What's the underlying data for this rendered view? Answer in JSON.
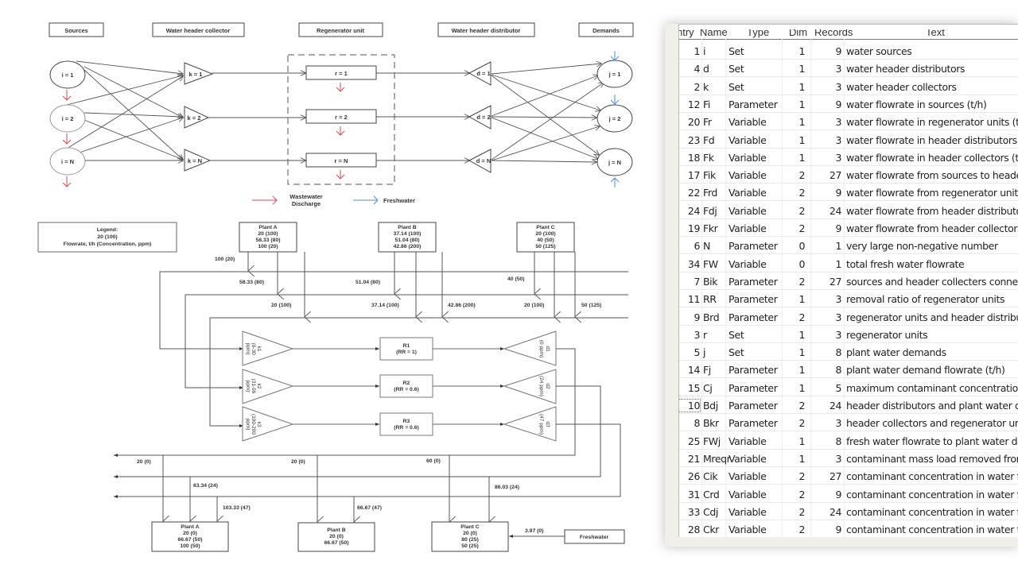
{
  "superstructure": {
    "headers": [
      "Sources",
      "Water header collector",
      "Regenerator unit",
      "Water header distributor",
      "Demands"
    ],
    "sources": [
      "i = 1",
      "i = 2",
      "i = N"
    ],
    "collectors": [
      "k = 1",
      "k = 2",
      "k = N"
    ],
    "regenerators": [
      "r = 1",
      "r = 2",
      "r = N"
    ],
    "distributors": [
      "d = 1",
      "d = 2",
      "d = N"
    ],
    "demands": [
      "j = 1",
      "j = 2",
      "j = N"
    ],
    "legend_wastewater": [
      "Wastewater",
      "Discharge"
    ],
    "legend_freshwater": "Freshwater",
    "colors": {
      "wastewater": "#e8454f",
      "freshwater": "#4f8fd0",
      "line": "#555555"
    }
  },
  "network": {
    "legend": [
      "Legend:",
      "20 (100)",
      "Flowrate, t/h (Concentration, ppm)"
    ],
    "source_plants": [
      {
        "title": "Plant A",
        "lines": [
          "20 (100)",
          "58.33 (80)",
          "100 (20)"
        ]
      },
      {
        "title": "Plant B",
        "lines": [
          "37.14 (100)",
          "51.04 (80)",
          "42.86 (200)"
        ]
      },
      {
        "title": "Plant C",
        "lines": [
          "20 (100)",
          "40 (50)",
          "50 (125)"
        ]
      }
    ],
    "source_flows": {
      "a1": "100 (20)",
      "a2": "58.33 (80)",
      "a3": "20 (100)",
      "b1": "51.04 (80)",
      "b2": "37.14 (100)",
      "b3": "42.86 (200)",
      "c1": "40 (50)",
      "c2": "20 (100)",
      "c3": "50 (125)"
    },
    "collectors": [
      {
        "name": "k1",
        "range": "(0-30",
        "unit": "ppm)"
      },
      {
        "name": "k2",
        "range": "(31-99",
        "unit": "ppm)"
      },
      {
        "name": "k3",
        "range": "(100-200",
        "unit": "ppm)"
      }
    ],
    "regenerators": [
      {
        "name": "R1",
        "rr": "(RR = 1)"
      },
      {
        "name": "R2",
        "rr": "(RR = 0.6)"
      },
      {
        "name": "R3",
        "rr": "(RR = 0.6)"
      }
    ],
    "distributors": [
      {
        "name": "d1",
        "conc": "(0 ppm)"
      },
      {
        "name": "d2",
        "conc": "(24 ppm)"
      },
      {
        "name": "d3",
        "conc": "(47 ppm)"
      }
    ],
    "demand_flows": {
      "a1": "20 (0)",
      "a2": "63.34 (24)",
      "a3": "103.33 (47)",
      "b1": "20 (0)",
      "b2": "66.67 (47)",
      "c1": "60 (0)",
      "c2": "86.03 (24)",
      "fresh": "3.97 (0)"
    },
    "demand_plants": [
      {
        "title": "Plant A",
        "lines": [
          "20 (0)",
          "66.67 (50)",
          "100 (50)"
        ]
      },
      {
        "title": "Plant B",
        "lines": [
          "20 (0)",
          "66.67 (50)"
        ]
      },
      {
        "title": "Plant C",
        "lines": [
          "20 (0)",
          "80 (25)",
          "50 (25)"
        ]
      }
    ],
    "freshwater_box": "Freshwater"
  },
  "symbol_table": {
    "columns": [
      "ntry",
      "Name",
      "Type",
      "Dim",
      "Records",
      "Text"
    ],
    "rows": [
      [
        "1",
        "i",
        "Set",
        "1",
        "9",
        "water sources"
      ],
      [
        "4",
        "d",
        "Set",
        "1",
        "3",
        "water header distributors"
      ],
      [
        "2",
        "k",
        "Set",
        "1",
        "3",
        "water header collectors"
      ],
      [
        "12",
        "Fi",
        "Parameter",
        "1",
        "9",
        "water flowrate in sources (t/h)"
      ],
      [
        "20",
        "Fr",
        "Variable",
        "1",
        "3",
        "water flowrate in regenerator units (t/h)"
      ],
      [
        "23",
        "Fd",
        "Variable",
        "1",
        "3",
        "water flowrate in header distributors (t/h)"
      ],
      [
        "18",
        "Fk",
        "Variable",
        "1",
        "3",
        "water flowrate in header collectors (t/h)"
      ],
      [
        "17",
        "Fik",
        "Variable",
        "2",
        "27",
        "water flowrate from sources to header colle.."
      ],
      [
        "22",
        "Frd",
        "Variable",
        "2",
        "9",
        "water flowrate from regenerator units to he..."
      ],
      [
        "24",
        "Fdj",
        "Variable",
        "2",
        "24",
        "water flowrate from header distributors to ..."
      ],
      [
        "19",
        "Fkr",
        "Variable",
        "2",
        "9",
        "water flowrate from header collectors to re..."
      ],
      [
        "6",
        "N",
        "Parameter",
        "0",
        "1",
        "very large non-negative number"
      ],
      [
        "34",
        "FW",
        "Variable",
        "0",
        "1",
        "total fresh water flowrate"
      ],
      [
        "7",
        "Bik",
        "Parameter",
        "2",
        "27",
        "sources and header collecters connection p..."
      ],
      [
        "11",
        "RR",
        "Parameter",
        "1",
        "3",
        "removal ratio of regenerator units"
      ],
      [
        "9",
        "Brd",
        "Parameter",
        "2",
        "3",
        "regenerator units and header distributors c..."
      ],
      [
        "3",
        "r",
        "Set",
        "1",
        "3",
        "regenerator units"
      ],
      [
        "5",
        "j",
        "Set",
        "1",
        "8",
        "plant water demands"
      ],
      [
        "14",
        "Fj",
        "Parameter",
        "1",
        "8",
        "plant water demand flowrate (t/h)"
      ],
      [
        "15",
        "Cj",
        "Parameter",
        "1",
        "5",
        "maximum contaminant concentration in pl..."
      ],
      [
        "10",
        "Bdj",
        "Parameter",
        "2",
        "24",
        "header distributors and plant water deman..."
      ],
      [
        "8",
        "Bkr",
        "Parameter",
        "2",
        "3",
        "header collectors and regenerator units con..."
      ],
      [
        "25",
        "FWj",
        "Variable",
        "1",
        "8",
        "fresh water flowrate to plant water demand..."
      ],
      [
        "21",
        "Mreqr",
        "Variable",
        "1",
        "3",
        "contaminant mass load removed from rege..."
      ],
      [
        "26",
        "Cik",
        "Variable",
        "2",
        "27",
        "contaminant concentration in water flow fr..."
      ],
      [
        "31",
        "Crd",
        "Variable",
        "2",
        "9",
        "contaminant concentration in water flow fr..."
      ],
      [
        "33",
        "Cdj",
        "Variable",
        "2",
        "24",
        "contaminant concentration in water flow fr..."
      ],
      [
        "28",
        "Ckr",
        "Variable",
        "2",
        "9",
        "contaminant concentration in water flow fr..."
      ]
    ],
    "focused_row": 20
  }
}
